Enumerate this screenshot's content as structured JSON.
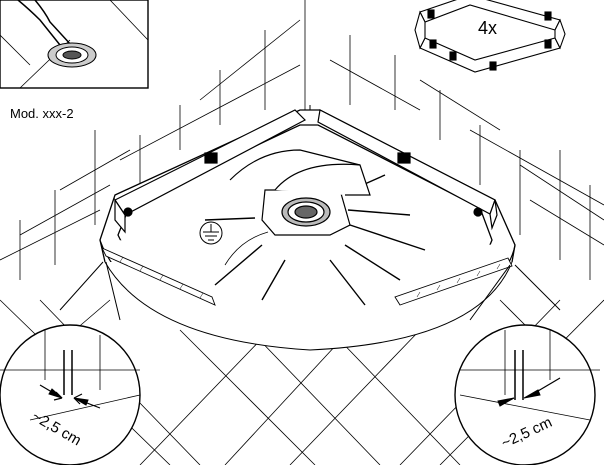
{
  "figure": {
    "model_label": "Mod. xxx-2",
    "quantity_label": "4x",
    "gap_left": "~2,5 cm",
    "gap_right": "~2,5 cm"
  }
}
